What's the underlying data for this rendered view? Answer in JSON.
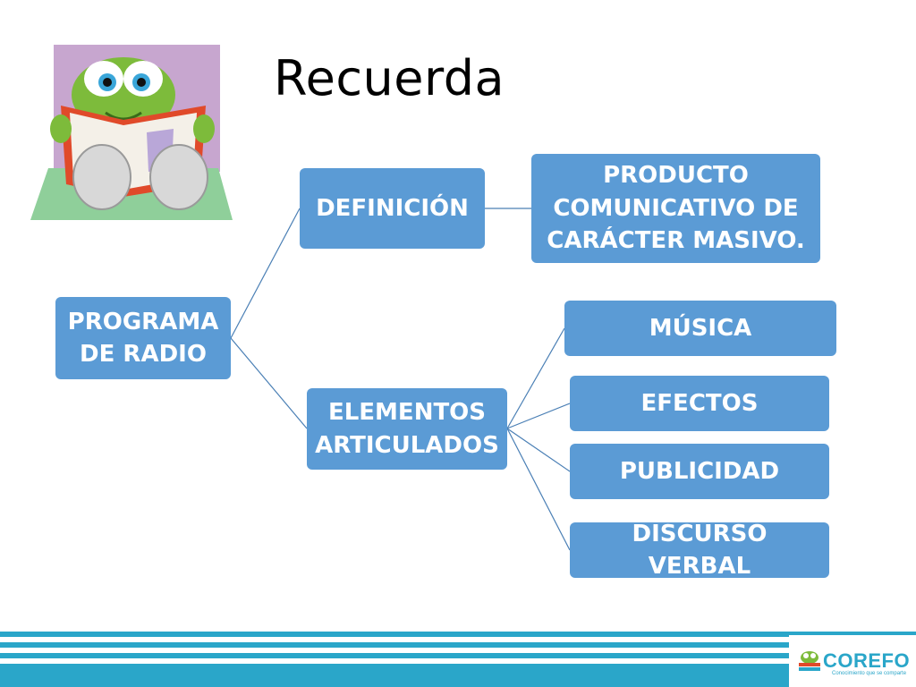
{
  "slide": {
    "title": "Recuerda"
  },
  "diagram": {
    "root": "PROGRAMA\nDE RADIO",
    "definicion": "DEFINICIÓN",
    "producto": "PRODUCTO\nCOMUNICATIVO DE\nCARÁCTER MASIVO.",
    "elementos": "ELEMENTOS\nARTICULADOS",
    "items": [
      "MÚSICA",
      "EFECTOS",
      "PUBLICIDAD",
      "DISCURSO VERBAL"
    ]
  },
  "footer": {
    "logo": "COREFO",
    "tagline": "Conocimiento que se comparte"
  },
  "colors": {
    "node": "#5b9bd5",
    "connector": "#4a7fb5",
    "footer_stripe": "#2aa6c9"
  }
}
